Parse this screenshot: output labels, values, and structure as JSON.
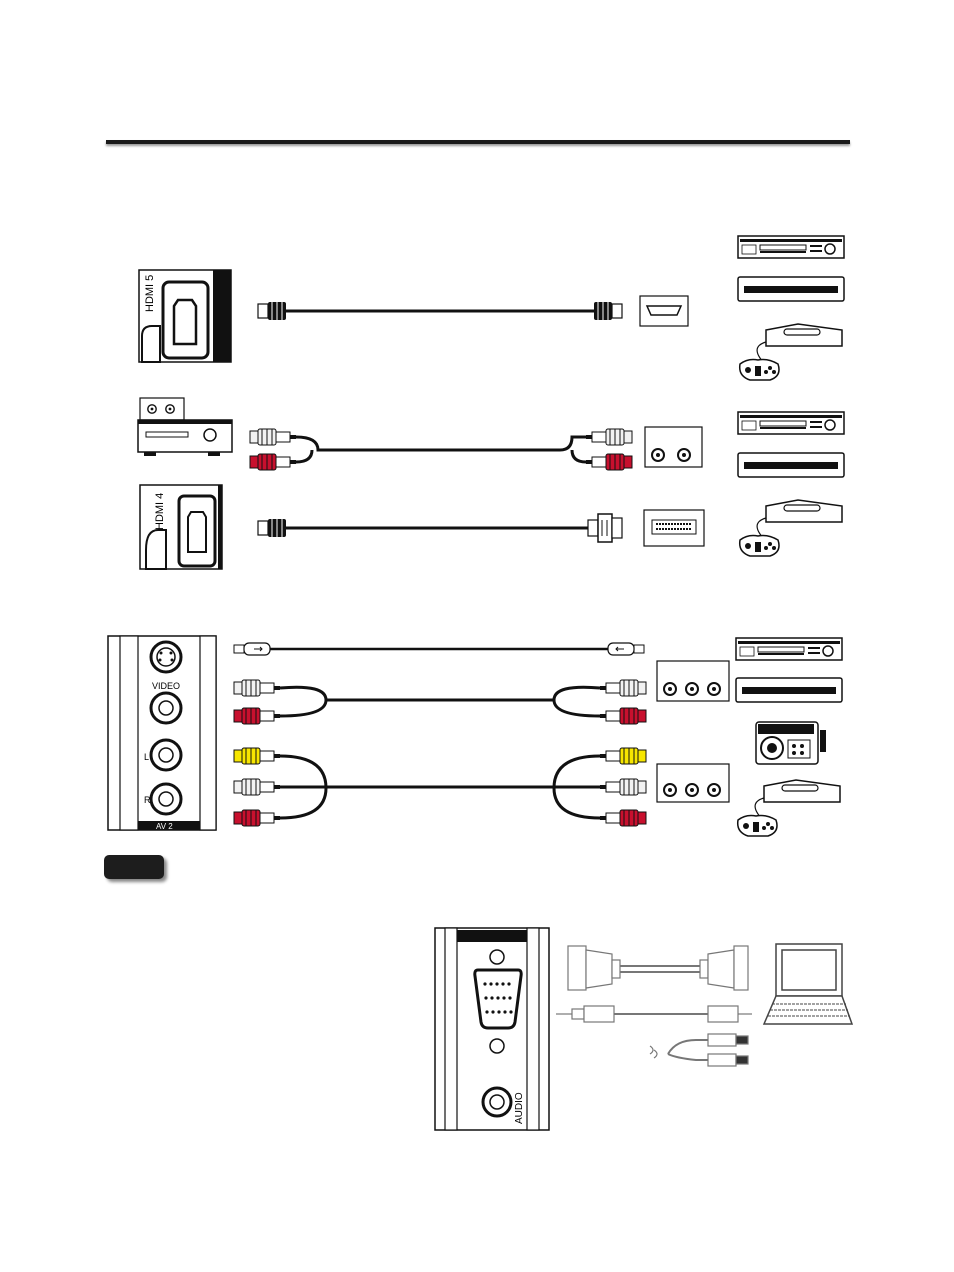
{
  "panels": {
    "hdmi5_label": "HDMI 5",
    "hdmi4_label": "HDMI 4",
    "video_label": "VIDEO",
    "left_label": "L",
    "right_label": "R",
    "av2_label": "AV 2",
    "audio_label": "AUDIO"
  },
  "colors": {
    "cable": "#111111",
    "rca_red": "#c8102e",
    "rca_white": "#f2f2f2",
    "rca_yellow": "#f7e600",
    "panel_dark": "#1a1a1a"
  },
  "icons": [
    "hdmi-port-icon",
    "dvd-player-icon",
    "set-top-box-icon",
    "game-console-icon",
    "amplifier-icon",
    "camcorder-icon",
    "laptop-icon",
    "vga-connector-icon"
  ]
}
